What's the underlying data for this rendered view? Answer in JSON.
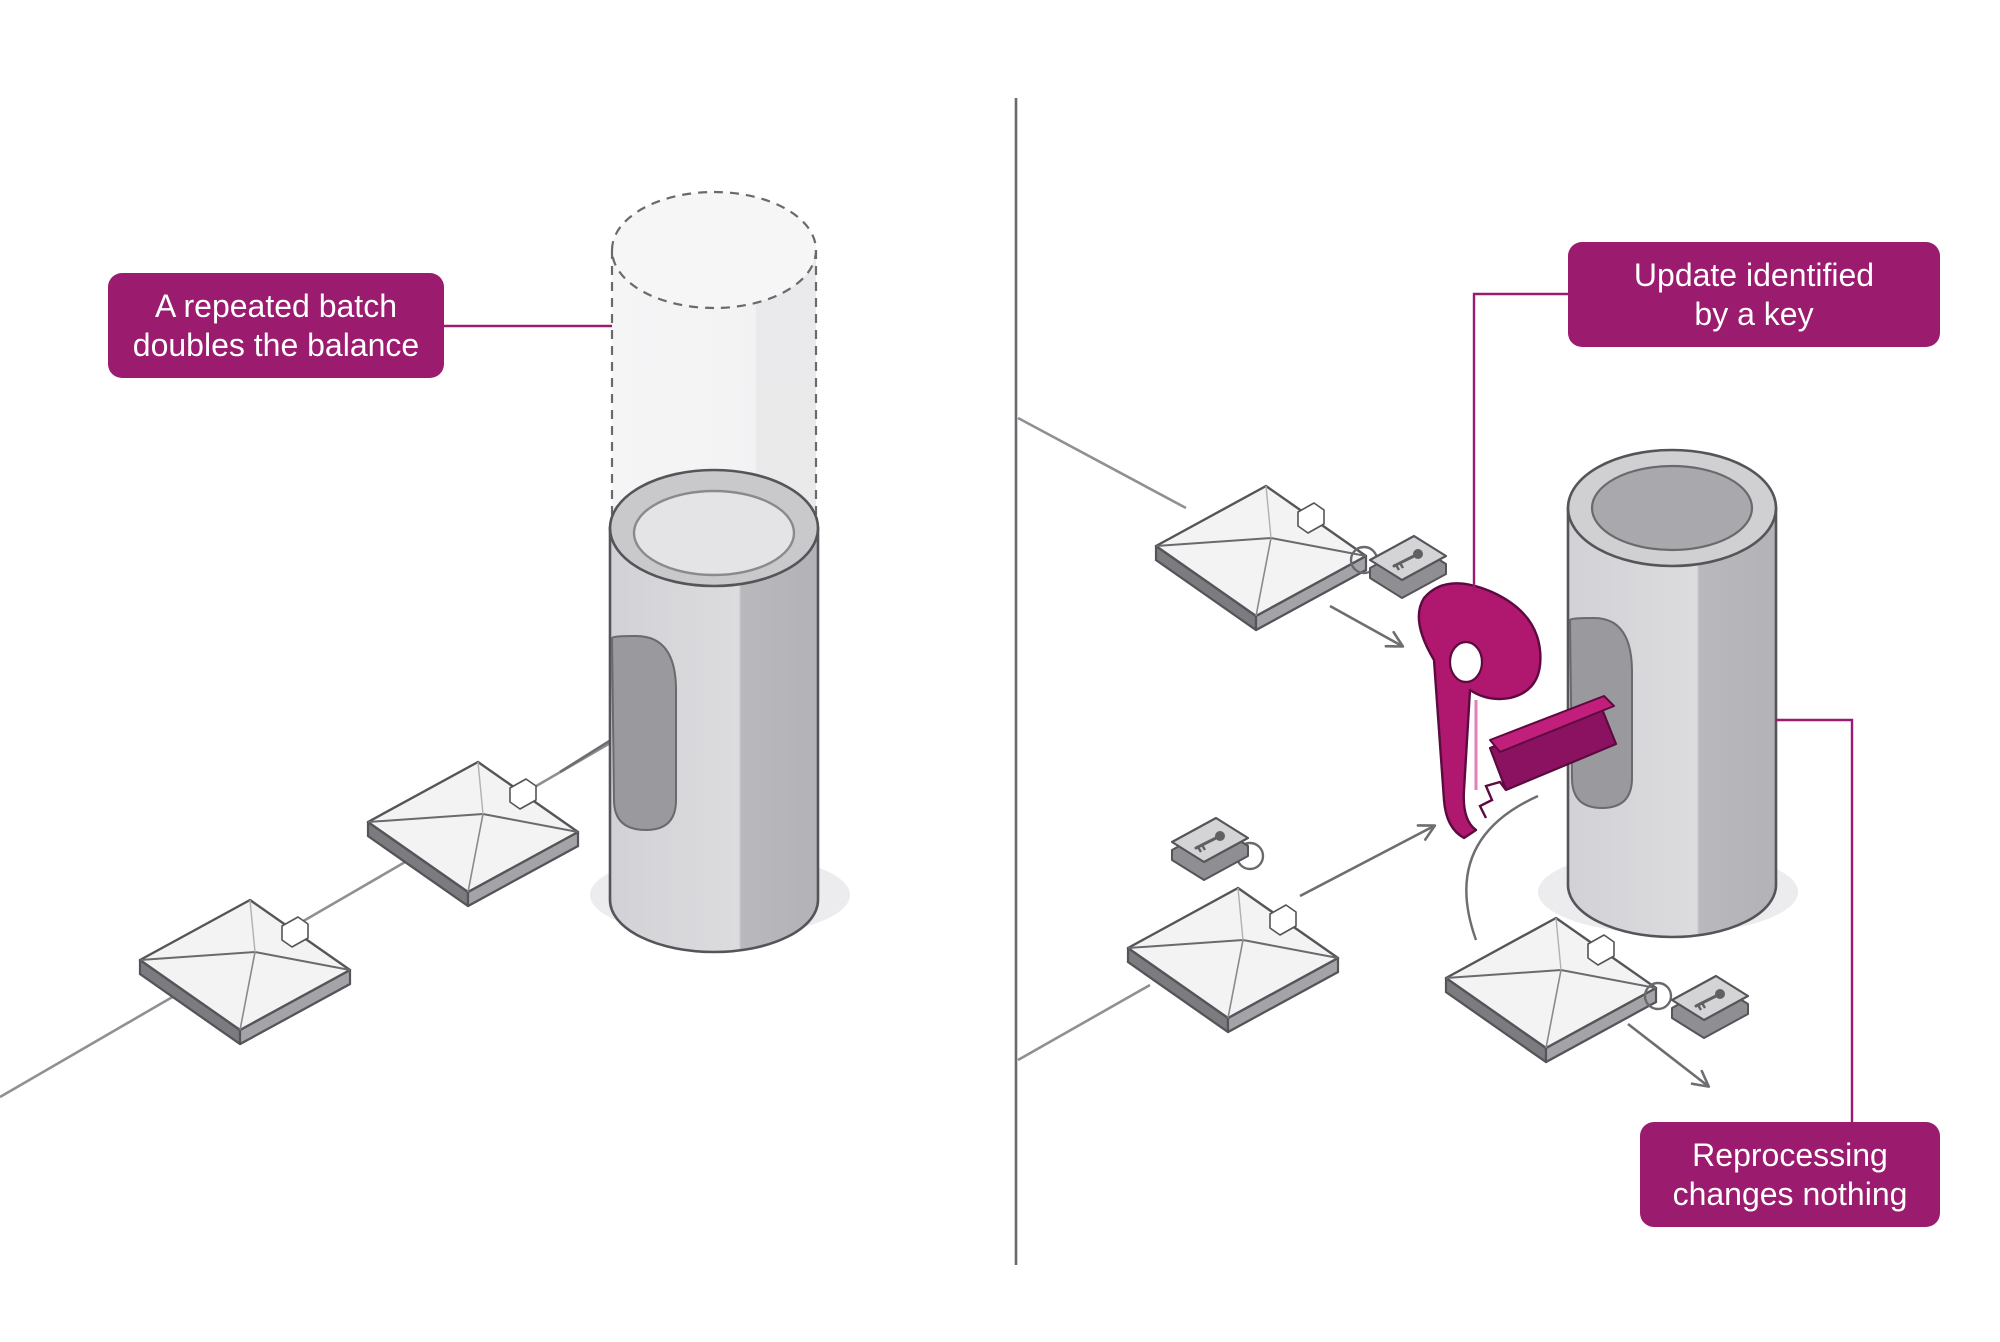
{
  "left_panel": {
    "callout": {
      "line1": "A repeated batch",
      "line2": "doubles the balance"
    }
  },
  "right_panel": {
    "callout_key": {
      "line1": "Update identified",
      "line2": "by a key"
    },
    "callout_reprocess": {
      "line1": "Reprocessing",
      "line2": "changes nothing"
    }
  },
  "colors": {
    "accent": "#9b1b6e",
    "key": "#b0176f",
    "cylinder": "#d7d7da",
    "outline": "#555559"
  },
  "icons": [
    "envelope-icon",
    "key-tag-icon",
    "key-icon",
    "arrow-icon"
  ]
}
